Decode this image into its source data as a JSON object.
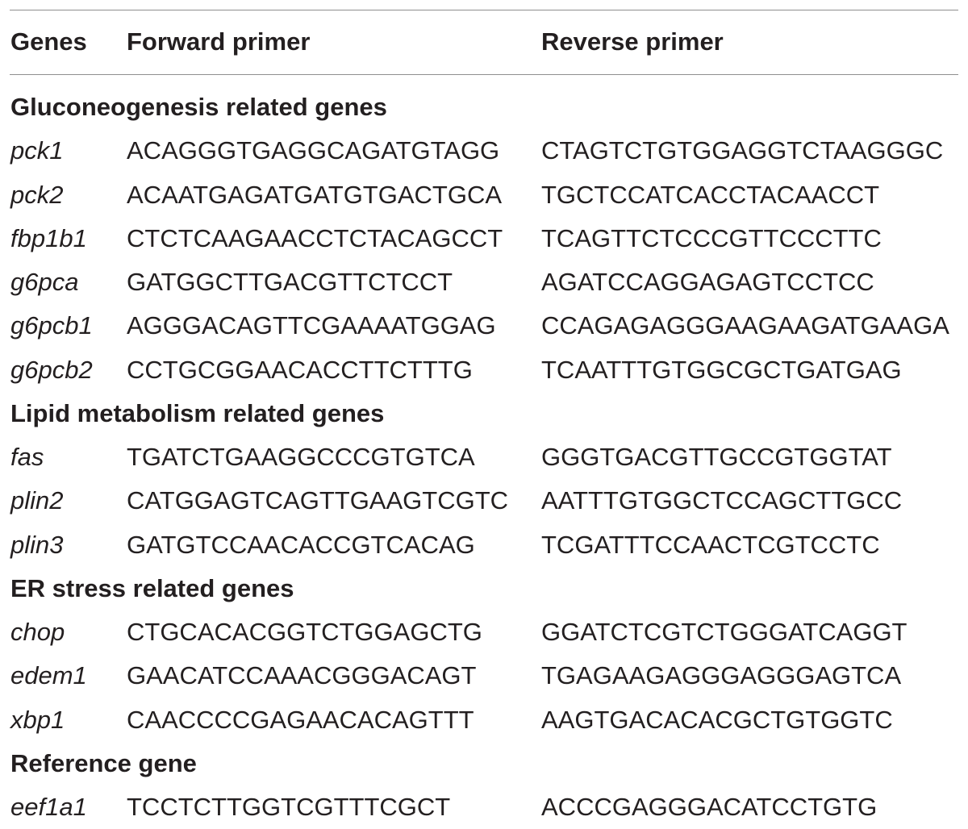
{
  "table": {
    "headers": {
      "gene": "Genes",
      "forward": "Forward primer",
      "reverse": "Reverse primer"
    },
    "rows": [
      {
        "kind": "section",
        "title": "Gluconeogenesis related genes"
      },
      {
        "kind": "gene",
        "gene": "pck1",
        "forward": "ACAGGGTGAGGCAGATGTAGG",
        "reverse": "CTAGTCTGTGGAGGTCTAAGGGC"
      },
      {
        "kind": "gene",
        "gene": "pck2",
        "forward": "ACAATGAGATGATGTGACTGCA",
        "reverse": "TGCTCCATCACCTACAACCT"
      },
      {
        "kind": "gene",
        "gene": "fbp1b1",
        "forward": "CTCTCAAGAACCTCTACAGCCT",
        "reverse": "TCAGTTCTCCCGTTCCCTTC"
      },
      {
        "kind": "gene",
        "gene": "g6pca",
        "forward": "GATGGCTTGACGTTCTCCT",
        "reverse": "AGATCCAGGAGAGTCCTCC"
      },
      {
        "kind": "gene",
        "gene": "g6pcb1",
        "forward": "AGGGACAGTTCGAAAATGGAG",
        "reverse": "CCAGAGAGGGAAGAAGATGAAGA"
      },
      {
        "kind": "gene",
        "gene": "g6pcb2",
        "forward": "CCTGCGGAACACCTTCTTTG",
        "reverse": "TCAATTTGTGGCGCTGATGAG"
      },
      {
        "kind": "section",
        "title": "Lipid metabolism related genes"
      },
      {
        "kind": "gene",
        "gene": "fas",
        "forward": "TGATCTGAAGGCCCGTGTCA",
        "reverse": "GGGTGACGTTGCCGTGGTAT"
      },
      {
        "kind": "gene",
        "gene": "plin2",
        "forward": "CATGGAGTCAGTTGAAGTCGTC",
        "reverse": "AATTTGTGGCTCCAGCTTGCC"
      },
      {
        "kind": "gene",
        "gene": "plin3",
        "forward": "GATGTCCAACACCGTCACAG",
        "reverse": "TCGATTTCCAACTCGTCCTC"
      },
      {
        "kind": "section",
        "title": "ER stress related genes"
      },
      {
        "kind": "gene",
        "gene": "chop",
        "forward": "CTGCACACGGTCTGGAGCTG",
        "reverse": "GGATCTCGTCTGGGATCAGGT"
      },
      {
        "kind": "gene",
        "gene": "edem1",
        "forward": "GAACATCCAAACGGGACAGT",
        "reverse": "TGAGAAGAGGGAGGGAGTCA"
      },
      {
        "kind": "gene",
        "gene": "xbp1",
        "forward": "CAACCCCGAGAACACAGTTT",
        "reverse": "AAGTGACACACGCTGTGGTC"
      },
      {
        "kind": "section",
        "title": "Reference gene"
      },
      {
        "kind": "gene",
        "gene": "eef1a1",
        "forward": "TCCTCTTGGTCGTTTCGCT",
        "reverse": "ACCCGAGGGACATCCTGTG"
      }
    ]
  }
}
